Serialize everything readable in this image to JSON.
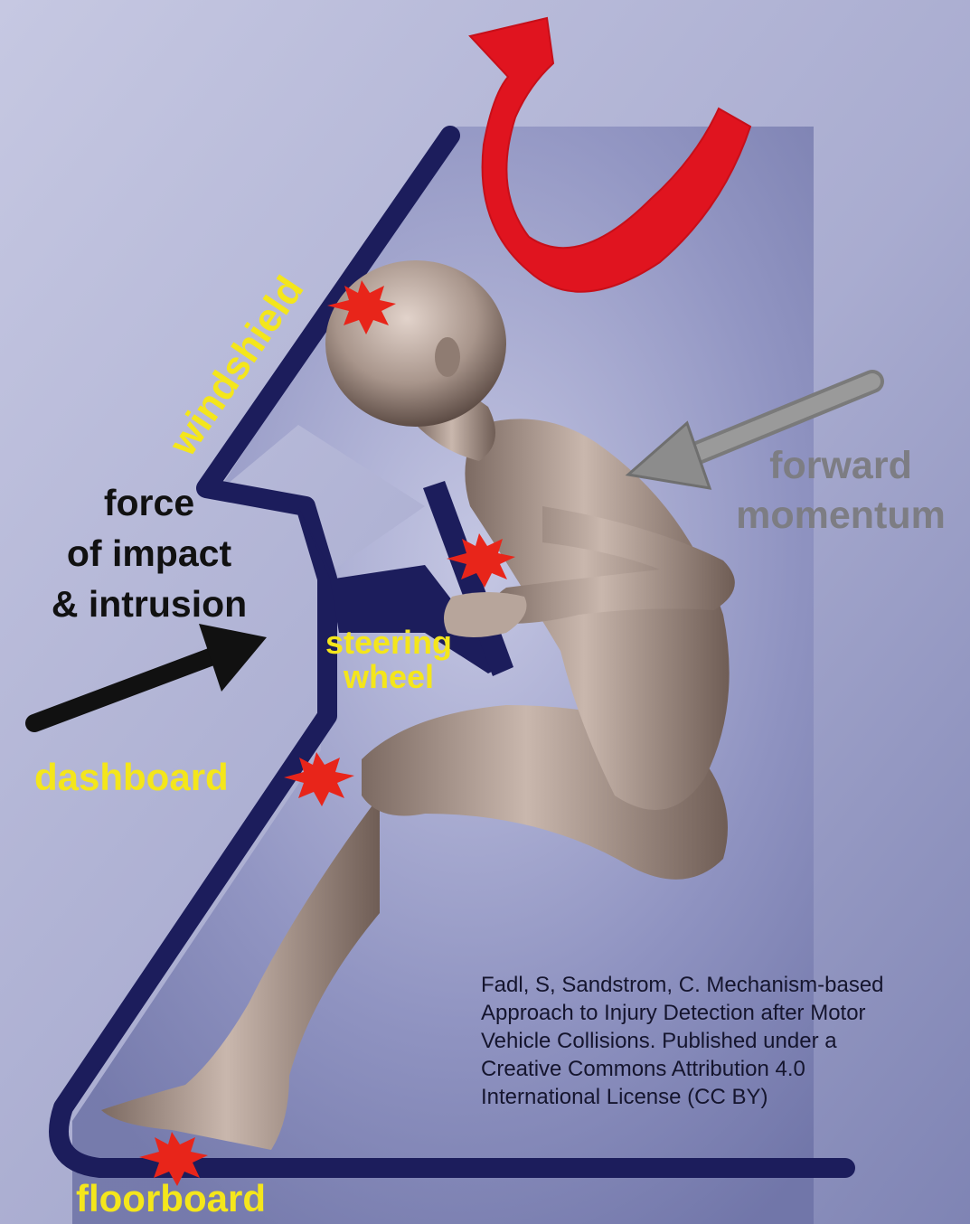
{
  "labels": {
    "windshield": "windshield",
    "force_line1": "force",
    "force_line2": "of impact",
    "force_line3": "& intrusion",
    "forward_line1": "forward",
    "forward_line2": "momentum",
    "steering_line1": "steering",
    "steering_line2": "wheel",
    "dashboard": "dashboard",
    "floorboard": "floorboard"
  },
  "citation": "Fadl, S, Sandstrom, C. Mechanism-based\nApproach to Injury Detection after Motor\nVehicle Collisions. Published under a\nCreative Commons Attribution 4.0\nInternational License (CC BY)",
  "colors": {
    "background": "#aeb1d2",
    "vehicle_outline": "#1c1d5c",
    "label_yellow": "#f4e61b",
    "rotation_arrow": "#e0141f",
    "impact_arrow": "#111111",
    "momentum_arrow": "#8c8c8c",
    "impact_starburst": "#e8251a",
    "figure_skin": "#a8958b"
  },
  "icons": {
    "impact_points": [
      "head-windshield-impact-icon",
      "chest-steering-wheel-impact-icon",
      "knee-dashboard-impact-icon",
      "foot-floorboard-impact-icon"
    ],
    "arrows": [
      "head-rotation-arrow-icon",
      "impact-force-arrow-icon",
      "forward-momentum-arrow-icon"
    ]
  }
}
